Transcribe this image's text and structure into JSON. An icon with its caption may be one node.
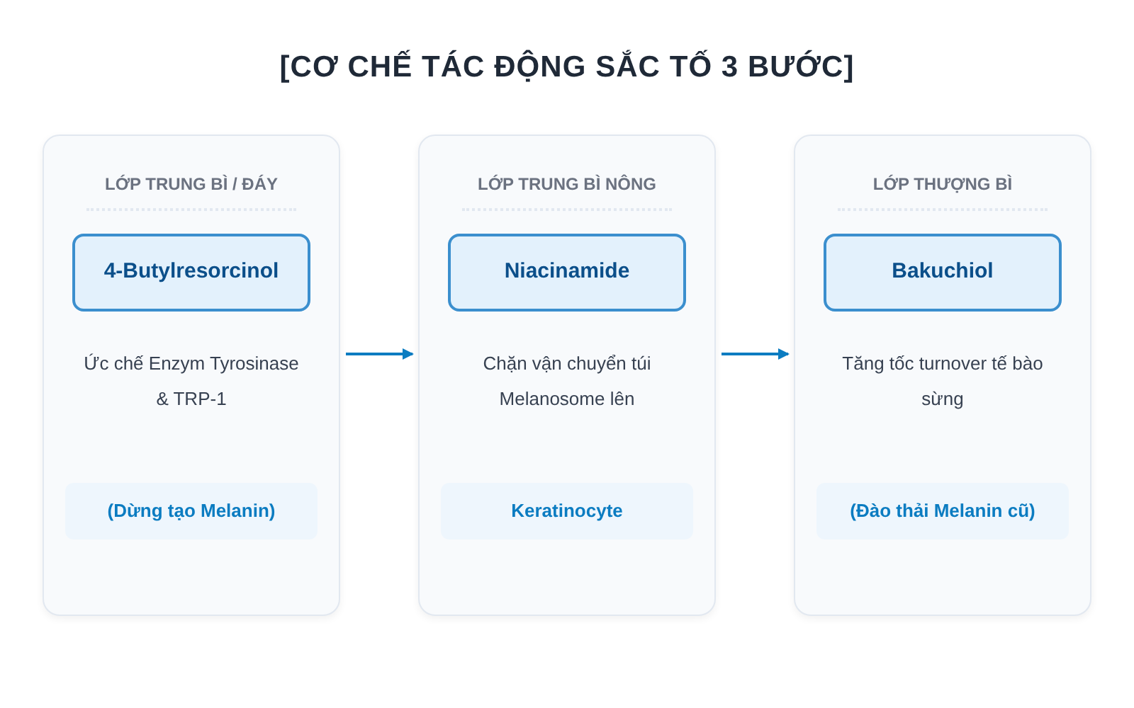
{
  "diagram": {
    "title": "[CƠ CHẾ TÁC ĐỘNG SẮC TỐ 3 BƯỚC]",
    "nodes": [
      {
        "text": [
          "LỚP TRUNG BÌ / ĐÁY",
          "Ức chế Enzym Tyrosinase & TRP-1"
        ]
      },
      {
        "text": [
          "4-Butylresorcinol"
        ],
        "in": 0
      },
      {
        "text": [
          "(Dừng tạo Melanin)"
        ],
        "in": 0
      },
      {
        "text": [
          "LỚP TRUNG BÌ NÔNG",
          "Chặn vận chuyển túi Melanosome lên"
        ]
      },
      {
        "text": [
          "Niacinamide"
        ],
        "in": 3
      },
      {
        "text": [
          "Keratinocyte"
        ],
        "in": 3
      },
      {
        "text": [
          "LỚP THƯỢNG BÌ",
          "Tăng tốc turnover tế bào sừng"
        ]
      },
      {
        "text": [
          "Bakuchiol"
        ],
        "in": 6
      },
      {
        "text": [
          "(Đào thải Melanin cũ)"
        ],
        "in": 6
      }
    ],
    "edges": [
      {
        "from": 0,
        "to": 3,
        "arrow": "to"
      },
      {
        "from": 3,
        "to": 6,
        "arrow": "to"
      }
    ]
  }
}
